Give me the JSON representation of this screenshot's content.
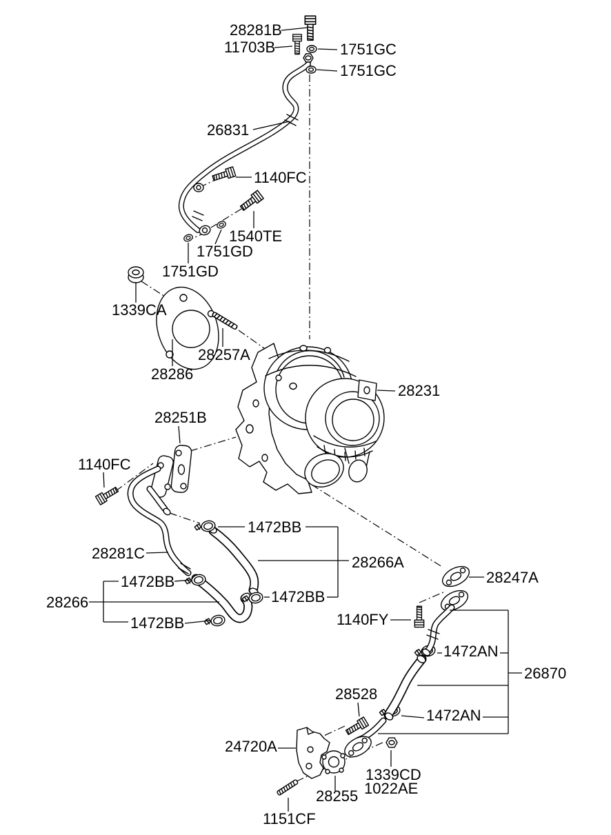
{
  "diagram": {
    "type": "exploded-parts-diagram",
    "subject": "turbocharger oil and coolant lines",
    "background_color": "#ffffff",
    "line_color": "#000000"
  },
  "parts": {
    "p28281B": "28281B",
    "p11703B": "11703B",
    "p1751GC": "1751GC",
    "p26831": "26831",
    "p1140FC": "1140FC",
    "p1540TE": "1540TE",
    "p1751GD": "1751GD",
    "p1339CA": "1339CA",
    "p28257A": "28257A",
    "p28286": "28286",
    "p28231": "28231",
    "p28251B": "28251B",
    "p28281C": "28281C",
    "p1472BB": "1472BB",
    "p28266A": "28266A",
    "p28266": "28266",
    "p28247A": "28247A",
    "p1140FY": "1140FY",
    "p1472AN": "1472AN",
    "p26870": "26870",
    "p28528": "28528",
    "p24720A": "24720A",
    "p1339CD": "1339CD",
    "p1022AE": "1022AE",
    "p28255": "28255",
    "p1151CF": "1151CF"
  }
}
